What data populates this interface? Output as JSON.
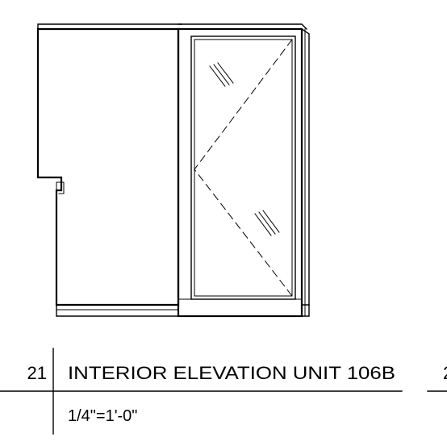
{
  "detail": {
    "number": "21",
    "title": "INTERIOR ELEVATION UNIT 106B",
    "scale": "1/4\"=1'-0\"",
    "adjacent_number_fragment": "2"
  }
}
